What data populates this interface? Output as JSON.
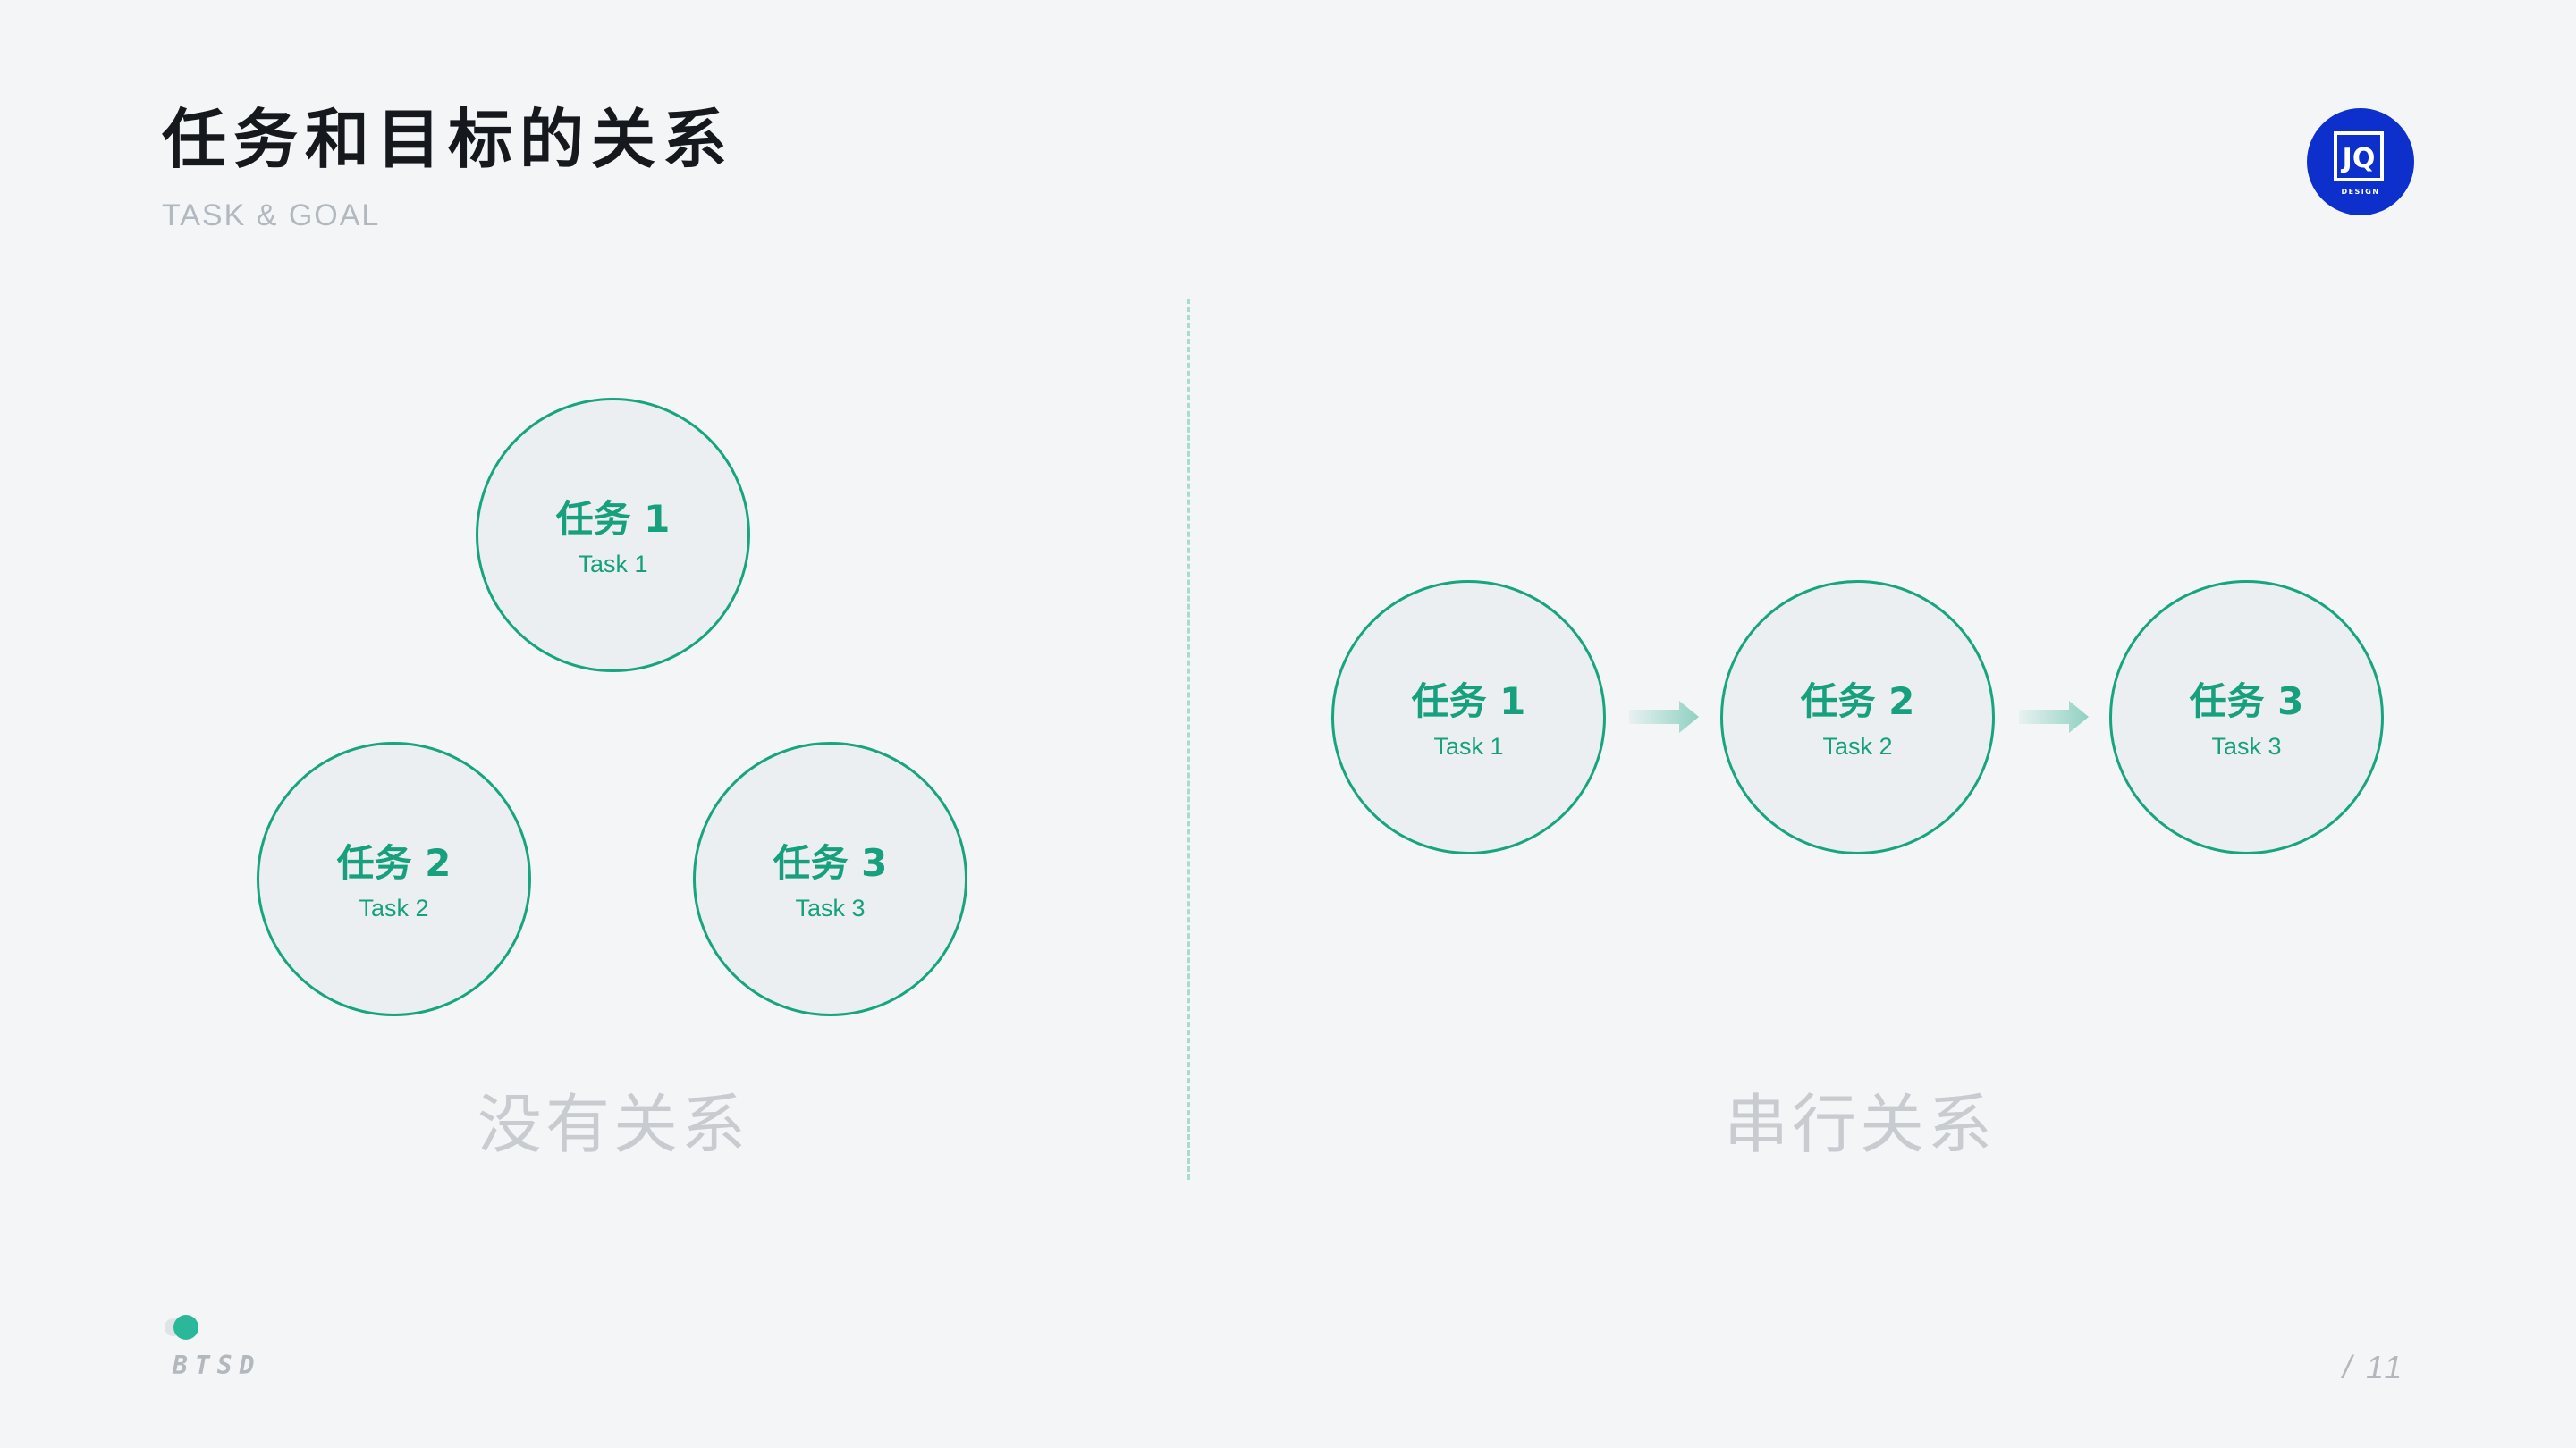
{
  "header": {
    "title": "任务和目标的关系",
    "subtitle": "TASK & GOAL"
  },
  "logo": {
    "icon": "jq-design-logo",
    "text": "JQ",
    "small_text": "DESIGN",
    "color": "#0d2fcb"
  },
  "left_panel": {
    "caption": "没有关系",
    "nodes": [
      {
        "title": "任务 1",
        "subtitle": "Task 1"
      },
      {
        "title": "任务 2",
        "subtitle": "Task 2"
      },
      {
        "title": "任务 3",
        "subtitle": "Task 3"
      }
    ]
  },
  "right_panel": {
    "caption": "串行关系",
    "nodes": [
      {
        "title": "任务 1",
        "subtitle": "Task 1"
      },
      {
        "title": "任务 2",
        "subtitle": "Task 2"
      },
      {
        "title": "任务 3",
        "subtitle": "Task 3"
      }
    ],
    "connector_icon": "arrow-right-icon"
  },
  "footer": {
    "brand": "BTSD",
    "page": "/ 11"
  },
  "colors": {
    "accent": "#17a57f",
    "node_fill": "#eceff1",
    "background": "#f3f5f7",
    "divider": "#a9dccf",
    "brand_dot": "#2bb89a"
  }
}
